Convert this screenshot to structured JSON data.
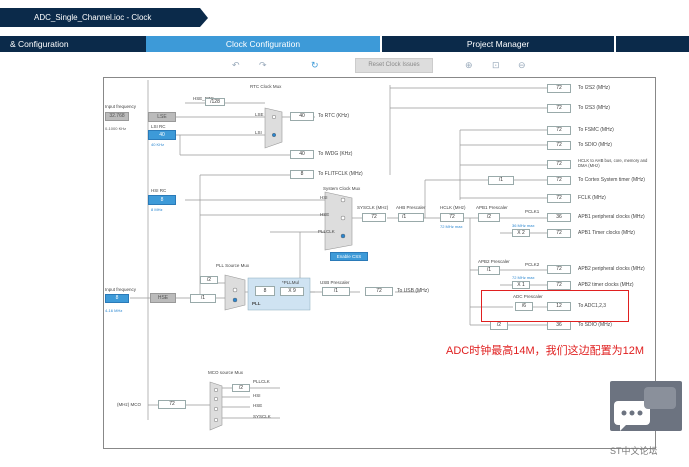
{
  "breadcrumb": {
    "file": "ADC_Single_Channel.ioc - Clock Configuration"
  },
  "tabs": [
    {
      "label": "& Configuration"
    },
    {
      "label": "Clock Configuration"
    },
    {
      "label": "Project Manager"
    }
  ],
  "toolbar": {
    "undo": "↶",
    "redo": "↷",
    "refresh": "↻",
    "reset": "Reset Clock Issues",
    "zoom_in": "⊕",
    "fit": "⊡",
    "zoom_out": "⊖"
  },
  "labels": {
    "input_freq": "Input frequency",
    "input_val": "32.768",
    "input_range": "0-1000 KHz",
    "lse": "LSE",
    "lsi_rc": "LSI RC",
    "lsi_val": "40",
    "lsi_khz": "40 KHz",
    "rtc_mux": "RTC Clock Mux",
    "hse_rtc": "HSE_RTC",
    "div128": "/128",
    "lse_s": "LSE",
    "lsi_s": "LSI",
    "rtc_val": "40",
    "rtc_out": "To RTC (KHz)",
    "iwdg_val": "40",
    "iwdg_out": "To IWDG (KHz)",
    "flit_val": "8",
    "flit_out": "To FLITFCLK (MHz)",
    "hsi_rc": "HSI RC",
    "hsi_val": "8",
    "hsi_mhz": "8 MHz",
    "sys_mux": "System Clock Mux",
    "hsi": "HSI",
    "hse": "HSE",
    "pllclk": "PLLCLK",
    "sysclk": "SYSCLK (MHz)",
    "sysclk_val": "72",
    "ahb": "AHB Prescaler",
    "ahb_val": "/1",
    "hclk": "HCLK (MHz)",
    "hclk_val": "72",
    "hclk_max": "72 MHz max",
    "enable_css": "Enable CSS",
    "pll_src": "PLL Source Mux",
    "pll_div2": "/2",
    "pll_val": "8",
    "pll": "PLL",
    "pll_mul": "*PLLMul",
    "pll_mul_val": "X 9",
    "usb_pre": "USB Prescaler",
    "usb_val": "/1",
    "usb_out_val": "72",
    "usb_out": "To USB (MHz)",
    "input_freq2": "Input frequency",
    "hse_val": "8",
    "hse_range": "4-16 MHz",
    "hse_box": "HSE",
    "hse_div": "/1",
    "apb1": "APB1 Prescaler",
    "apb1_val": "/2",
    "pclk1": "PCLK1",
    "pclk1_max": "36 MHz max",
    "x2": "X 2",
    "apb2": "APB2 Prescaler",
    "apb2_val": "/1",
    "pclk2": "PCLK2",
    "pclk2_max": "72 MHz max",
    "x1": "X 1",
    "adc_pre": "ADC Prescaler",
    "adc_val": "/6",
    "cortex_div": "/1",
    "sdio_div": "/2",
    "mco": "MCO source Mux",
    "mco_pll": "PLLCLK",
    "mco_div": "/2",
    "mco_hsi": "HSI",
    "mco_hse": "HSE",
    "mco_sys": "SYSCLK",
    "mco_out": "(MHz) MCO",
    "mco_val": "72"
  },
  "outputs": [
    {
      "val": "72",
      "label": "To I2S2 (MHz)"
    },
    {
      "val": "72",
      "label": "To I2S3 (MHz)"
    },
    {
      "val": "72",
      "label": "To FSMC (MHz)"
    },
    {
      "val": "72",
      "label": "To SDIO (MHz)"
    },
    {
      "val": "72",
      "label": "HCLK to AHB bus, core, memory and DMA (MHz)"
    },
    {
      "val": "72",
      "label": "To Cortex System timer (MHz)"
    },
    {
      "val": "72",
      "label": "FCLK (MHz)"
    },
    {
      "val": "36",
      "label": "APB1 peripheral clocks (MHz)"
    },
    {
      "val": "72",
      "label": "APB1 Timer clocks (MHz)"
    },
    {
      "val": "72",
      "label": "APB2 peripheral clocks (MHz)"
    },
    {
      "val": "72",
      "label": "APB2 timer clocks (MHz)"
    },
    {
      "val": "12",
      "label": "To ADC1,2,3"
    },
    {
      "val": "36",
      "label": "To SDIO (MHz)"
    }
  ],
  "annotation": "ADC时钟最高14M，我们这边配置为12M",
  "watermark": "ST中文论坛",
  "colors": {
    "nav": "#0b2a4a",
    "accent": "#3d9ad8",
    "highlight": "#e02020"
  }
}
